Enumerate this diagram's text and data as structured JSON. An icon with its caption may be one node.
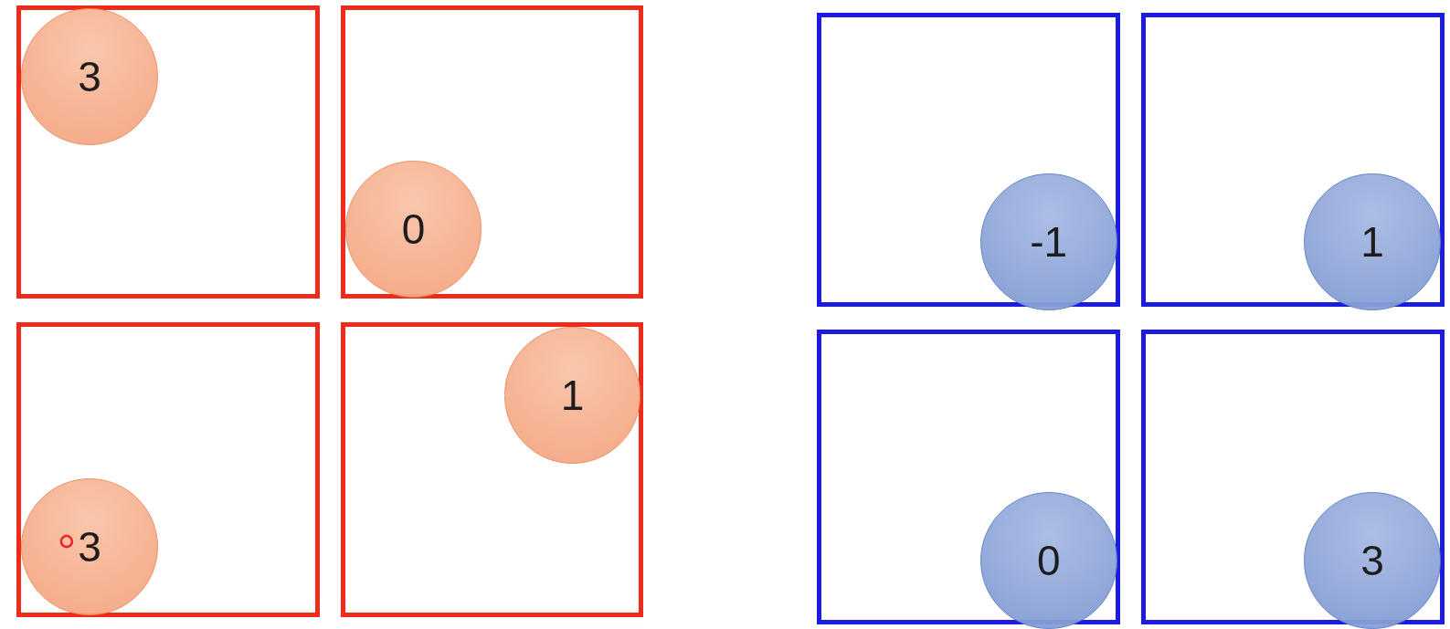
{
  "diagram": {
    "nodes": [
      {
        "text": [],
        "shape": "box"
      },
      {
        "text": [
          "3"
        ],
        "in": 0
      },
      {
        "text": [],
        "shape": "box"
      },
      {
        "text": [
          "0"
        ],
        "in": 2
      },
      {
        "text": [],
        "shape": "box"
      },
      {
        "text": [
          "-1"
        ],
        "in": 4
      },
      {
        "text": [],
        "shape": "box"
      },
      {
        "text": [
          "1"
        ],
        "in": 6
      },
      {
        "text": [],
        "shape": "box"
      },
      {
        "text": [
          "3"
        ],
        "in": 8
      },
      {
        "text": [],
        "shape": "box"
      },
      {
        "text": [
          "1"
        ],
        "in": 10
      },
      {
        "text": [],
        "shape": "box"
      },
      {
        "text": [
          "0"
        ],
        "in": 12
      },
      {
        "text": [],
        "shape": "box"
      },
      {
        "text": [
          "3"
        ],
        "in": 14
      }
    ]
  }
}
